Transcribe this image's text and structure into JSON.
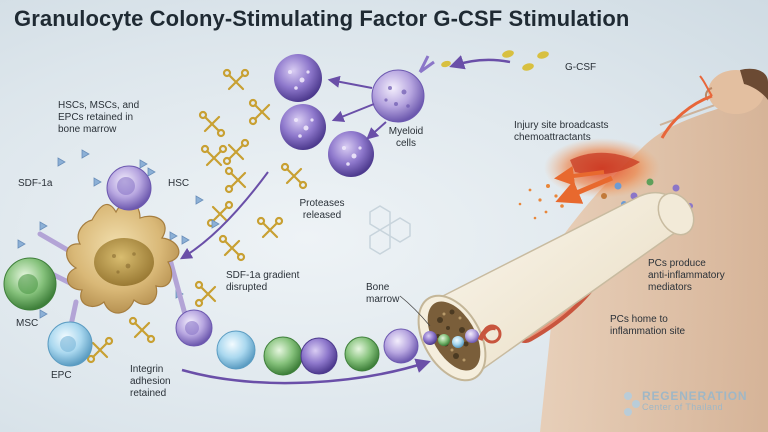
{
  "title": "Granulocyte Colony-Stimulating Factor G-CSF Stimulation",
  "labels": {
    "gcsf": "G-CSF",
    "myeloid": [
      "Myeloid",
      "cells"
    ],
    "retained": [
      "HSCs, MSCs, and",
      "EPCs retained in",
      "bone marrow"
    ],
    "sdf": "SDF-1a",
    "hsc": "HSC",
    "proteases": [
      "Proteases",
      "released"
    ],
    "gradient": [
      "SDF-1a gradient",
      "disrupted"
    ],
    "msc": "MSC",
    "epc": "EPC",
    "integrin": [
      "Integrin",
      "adhesion",
      "retained"
    ],
    "bone": [
      "Bone",
      "marrow"
    ],
    "injury": [
      "Injury site broadcasts",
      "chemoattractants"
    ],
    "pcs_produce": [
      "PCs produce",
      "anti-inflammatory",
      "mediators"
    ],
    "pcs_home": [
      "PCs home to",
      "inflammation site"
    ]
  },
  "watermark": {
    "line1": "REGENERATION",
    "line2": "Center of Thailand"
  },
  "colors": {
    "arrow": "#6a4fa8",
    "hsc": "#8b76c8",
    "msc": "#5fa05a",
    "epc": "#8ec3e0",
    "stromal": "#d8b77a",
    "injury": "#e0502a"
  }
}
